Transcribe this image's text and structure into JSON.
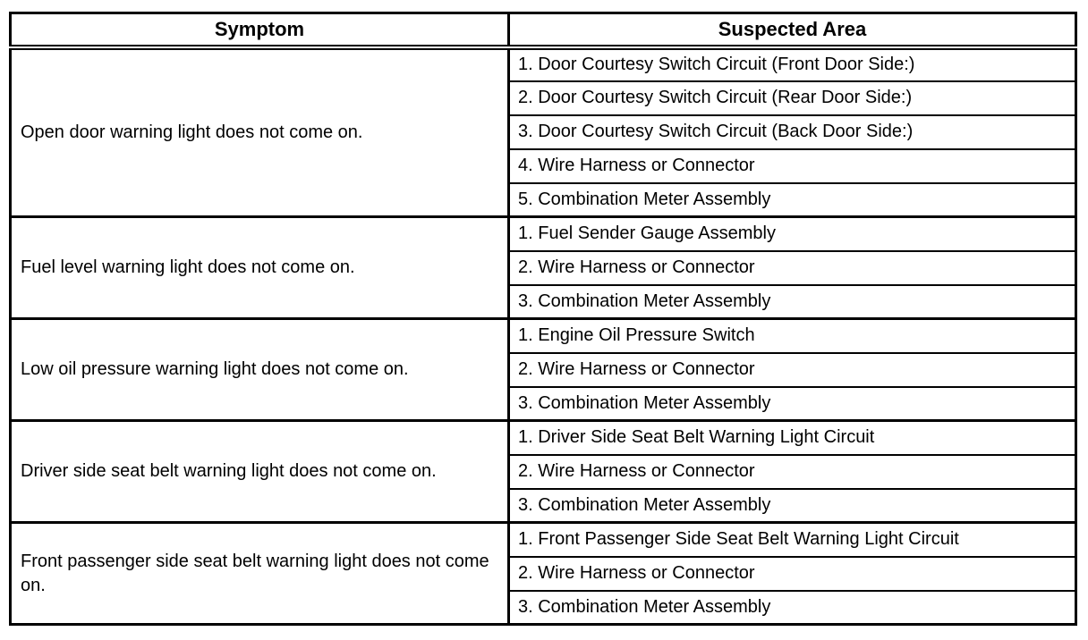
{
  "table": {
    "headers": {
      "symptom": "Symptom",
      "suspected_area": "Suspected Area"
    },
    "sections": [
      {
        "symptom": "Open door warning light does not come on.",
        "areas": [
          "1. Door Courtesy Switch Circuit (Front Door Side:)",
          "2. Door Courtesy Switch Circuit (Rear Door Side:)",
          "3. Door Courtesy Switch Circuit (Back Door Side:)",
          "4. Wire Harness or Connector",
          "5. Combination Meter Assembly"
        ]
      },
      {
        "symptom": "Fuel level warning light does not come on.",
        "areas": [
          "1. Fuel Sender Gauge Assembly",
          "2. Wire Harness or Connector",
          "3. Combination Meter Assembly"
        ]
      },
      {
        "symptom": "Low oil pressure warning light does not come on.",
        "areas": [
          "1. Engine Oil Pressure Switch",
          "2. Wire Harness or Connector",
          "3. Combination Meter Assembly"
        ]
      },
      {
        "symptom": "Driver side seat belt warning light does not come on.",
        "areas": [
          "1. Driver Side Seat Belt Warning Light Circuit",
          "2. Wire Harness or Connector",
          "3. Combination Meter Assembly"
        ]
      },
      {
        "symptom": "Front passenger side seat belt warning light does not come on.",
        "areas": [
          "1. Front Passenger Side Seat Belt Warning Light Circuit",
          "2. Wire Harness or Connector",
          "3. Combination Meter Assembly"
        ]
      }
    ],
    "colors": {
      "border": "#000000",
      "text": "#000000",
      "background": "#ffffff"
    }
  }
}
